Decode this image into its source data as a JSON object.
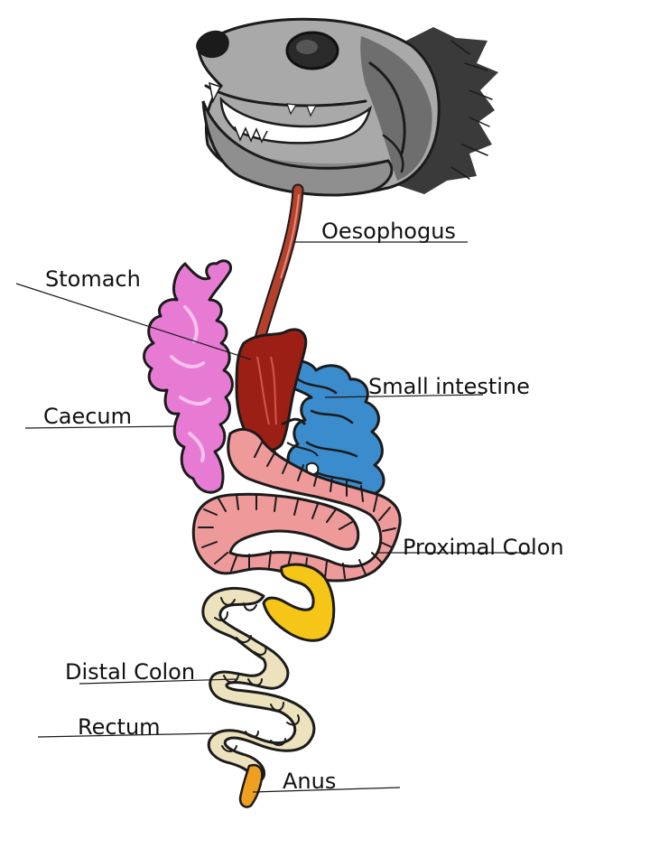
{
  "labels": {
    "oesophagus": "Oesophogus",
    "stomach": "Stomach",
    "small_intestine": "Small intestine",
    "caecum": "Caecum",
    "proximal_colon": "Proximal Colon",
    "distal_colon": "Distal Colon",
    "rectum": "Rectum",
    "anus": "Anus"
  },
  "colors": {
    "skull": "#a8a8a8",
    "skull_shadow": "#5f5f5f",
    "oesophagus": "#b5412d",
    "stomach": "#9c1f16",
    "small_intestine": "#3b8ccc",
    "caecum": "#e77bd4",
    "proximal_colon": "#ef9a9a",
    "proximal_colon_pouch": "#f5c518",
    "distal_colon": "#ece2bd",
    "anus": "#f0a020"
  }
}
